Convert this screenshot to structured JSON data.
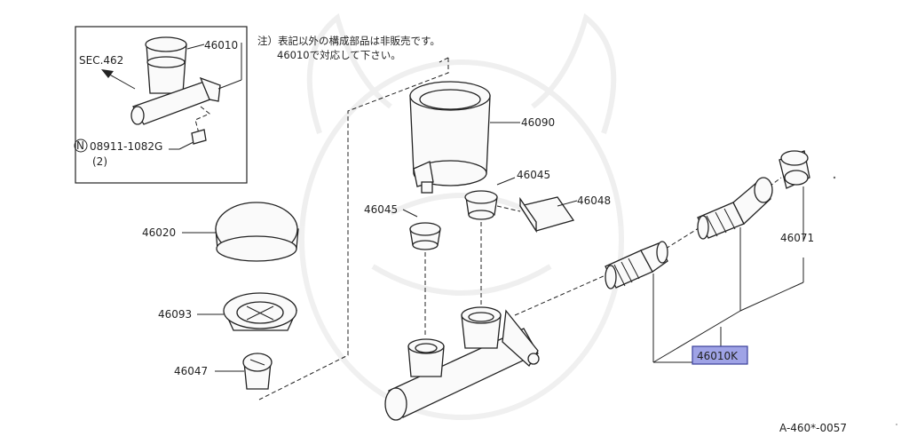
{
  "note": {
    "line1": "注）表記以外の構成部品は非販売です。",
    "line2": "46010で対応して下さい。"
  },
  "inset": {
    "sec_ref": "SEC.462",
    "part_main": "46010",
    "bolt_circle": "N",
    "bolt_number": "08911-1082G",
    "bolt_qty": "(2)"
  },
  "parts": {
    "reservoir": "46090",
    "grommet_right": "46045",
    "grommet_left": "46045",
    "band": "46048",
    "cap": "46020",
    "strainer": "46093",
    "plug": "46047",
    "clamp": "46071",
    "kit": "46010K"
  },
  "diagram_code": "A-460*-0057",
  "colors": {
    "highlight": "#9fa3e6",
    "line": "#222222"
  }
}
